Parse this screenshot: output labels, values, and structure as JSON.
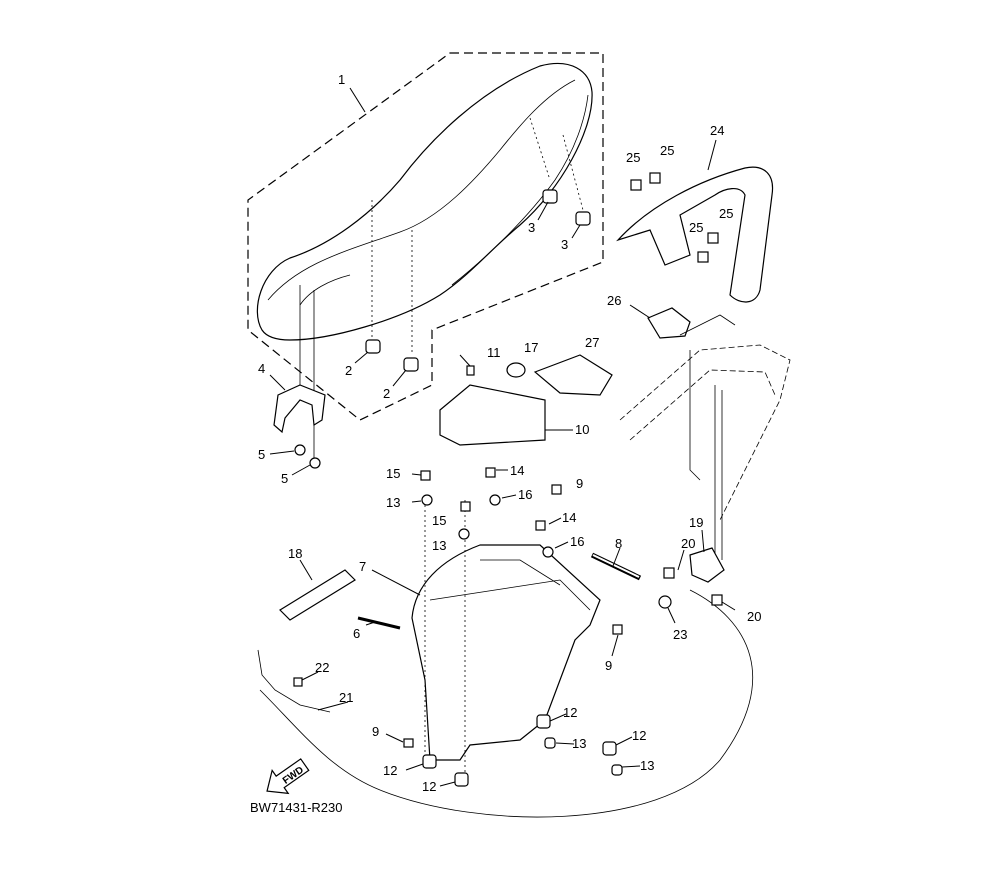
{
  "diagram": {
    "title_code": "BW71431-R230",
    "fwd_arrow_label": "FWD",
    "callouts": [
      "1",
      "3",
      "3",
      "25",
      "25",
      "24",
      "25",
      "25",
      "26",
      "2",
      "2",
      "11",
      "17",
      "27",
      "4",
      "10",
      "5",
      "5",
      "15",
      "14",
      "9",
      "13",
      "16",
      "15",
      "14",
      "13",
      "16",
      "8",
      "19",
      "20",
      "18",
      "7",
      "20",
      "23",
      "6",
      "9",
      "22",
      "21",
      "12",
      "9",
      "13",
      "12",
      "12",
      "13",
      "12"
    ]
  }
}
